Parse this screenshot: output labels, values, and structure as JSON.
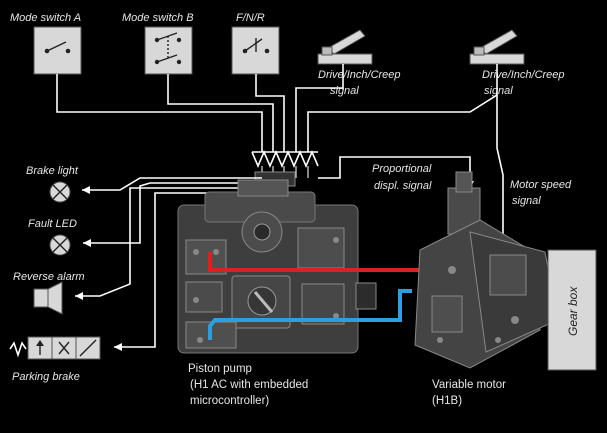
{
  "switches": {
    "mode_a": "Mode switch A",
    "mode_b": "Mode switch B",
    "fnr": "F/N/R"
  },
  "pedals": {
    "left": [
      "Drive/Inch/Creep",
      "signal"
    ],
    "right": [
      "Drive/Inch/Creep",
      "signal"
    ]
  },
  "outputs": {
    "brake_light": "Brake light",
    "fault_led": "Fault LED",
    "reverse_alarm": "Reverse alarm",
    "parking_brake": "Parking brake"
  },
  "signals": {
    "proportional": [
      "Proportional",
      "displ. signal"
    ],
    "motor_speed": [
      "Motor speed",
      "signal"
    ]
  },
  "components": {
    "pump": [
      "Piston pump",
      "(H1 AC with embedded",
      "microcontroller)"
    ],
    "motor": [
      "Variable motor",
      "(H1B)"
    ],
    "gearbox": "Gear box"
  },
  "colors": {
    "background": "#000000",
    "wire": "#ffffff",
    "pressure_line": "#e02020",
    "return_line": "#2b9fe0",
    "box_fill": "#d8d8d8"
  }
}
